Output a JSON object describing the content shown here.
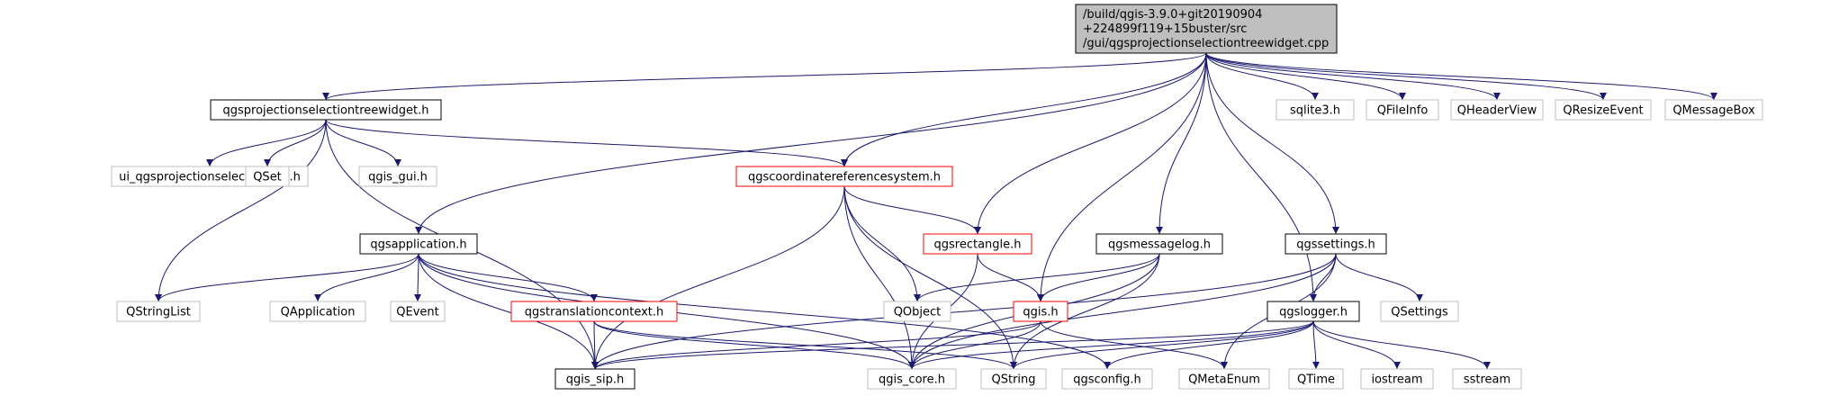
{
  "colors": {
    "edge": "#191970",
    "root_fill": "#bfbfbf",
    "border_black": "#000000",
    "border_red": "#ff0000",
    "border_gray": "#bfbfbf",
    "text": "#000000"
  },
  "root": {
    "lines": [
      "/build/qgis-3.9.0+git20190904",
      "+224899f119+15buster/src",
      "/gui/qgsprojectionselectiontreewidget.cpp"
    ]
  },
  "nodes": [
    {
      "id": "treewidget_h",
      "label": "qgsprojectionselectiontreewidget.h",
      "style": "black"
    },
    {
      "id": "crs_h",
      "label": "qgscoordinatereferencesystem.h",
      "style": "red"
    },
    {
      "id": "sqlite3_h",
      "label": "sqlite3.h",
      "style": "gray"
    },
    {
      "id": "qfileinfo",
      "label": "QFileInfo",
      "style": "gray"
    },
    {
      "id": "qheaderview",
      "label": "QHeaderView",
      "style": "gray"
    },
    {
      "id": "qresizeevent",
      "label": "QResizeEvent",
      "style": "gray"
    },
    {
      "id": "qmessagebox",
      "label": "QMessageBox",
      "style": "gray"
    },
    {
      "id": "ui_base_h",
      "label": "ui_qgsprojectionselectorbase.h",
      "style": "gray"
    },
    {
      "id": "qset",
      "label": "QSet",
      "style": "gray"
    },
    {
      "id": "qgis_gui_h",
      "label": "qgis_gui.h",
      "style": "gray"
    },
    {
      "id": "qgsapplication_h",
      "label": "qgsapplication.h",
      "style": "black"
    },
    {
      "id": "qgsrectangle_h",
      "label": "qgsrectangle.h",
      "style": "red"
    },
    {
      "id": "qgsmessagelog_h",
      "label": "qgsmessagelog.h",
      "style": "black"
    },
    {
      "id": "qgssettings_h",
      "label": "qgssettings.h",
      "style": "black"
    },
    {
      "id": "qstringlist",
      "label": "QStringList",
      "style": "gray"
    },
    {
      "id": "qapplication",
      "label": "QApplication",
      "style": "gray"
    },
    {
      "id": "qevent",
      "label": "QEvent",
      "style": "gray"
    },
    {
      "id": "qgstranslationcontext_h",
      "label": "qgstranslationcontext.h",
      "style": "red"
    },
    {
      "id": "qobject",
      "label": "QObject",
      "style": "gray"
    },
    {
      "id": "qgis_h",
      "label": "qgis.h",
      "style": "red"
    },
    {
      "id": "qgslogger_h",
      "label": "qgslogger.h",
      "style": "black"
    },
    {
      "id": "qsettings",
      "label": "QSettings",
      "style": "gray"
    },
    {
      "id": "qgis_sip_h",
      "label": "qgis_sip.h",
      "style": "black"
    },
    {
      "id": "qgis_core_h",
      "label": "qgis_core.h",
      "style": "gray"
    },
    {
      "id": "qstring",
      "label": "QString",
      "style": "gray"
    },
    {
      "id": "qgsconfig_h",
      "label": "qgsconfig.h",
      "style": "gray"
    },
    {
      "id": "qmetaenum",
      "label": "QMetaEnum",
      "style": "gray"
    },
    {
      "id": "qtime",
      "label": "QTime",
      "style": "gray"
    },
    {
      "id": "iostream",
      "label": "iostream",
      "style": "gray"
    },
    {
      "id": "sstream",
      "label": "sstream",
      "style": "gray"
    }
  ],
  "edges": [
    [
      "root",
      "treewidget_h"
    ],
    [
      "root",
      "crs_h"
    ],
    [
      "root",
      "qgsapplication_h"
    ],
    [
      "root",
      "qgsrectangle_h"
    ],
    [
      "root",
      "qgis_h"
    ],
    [
      "root",
      "qgsmessagelog_h"
    ],
    [
      "root",
      "qgslogger_h"
    ],
    [
      "root",
      "qgssettings_h"
    ],
    [
      "root",
      "sqlite3_h"
    ],
    [
      "root",
      "qfileinfo"
    ],
    [
      "root",
      "qheaderview"
    ],
    [
      "root",
      "qresizeevent"
    ],
    [
      "root",
      "qmessagebox"
    ],
    [
      "treewidget_h",
      "ui_base_h"
    ],
    [
      "treewidget_h",
      "qset"
    ],
    [
      "treewidget_h",
      "qgis_gui_h"
    ],
    [
      "treewidget_h",
      "crs_h"
    ],
    [
      "treewidget_h",
      "qstringlist"
    ],
    [
      "treewidget_h",
      "qgis_sip_h"
    ],
    [
      "crs_h",
      "qgsrectangle_h"
    ],
    [
      "crs_h",
      "qobject"
    ],
    [
      "crs_h",
      "qgis_sip_h"
    ],
    [
      "crs_h",
      "qgis_core_h"
    ],
    [
      "crs_h",
      "qstring"
    ],
    [
      "qgsapplication_h",
      "qstringlist"
    ],
    [
      "qgsapplication_h",
      "qapplication"
    ],
    [
      "qgsapplication_h",
      "qevent"
    ],
    [
      "qgsapplication_h",
      "qgstranslationcontext_h"
    ],
    [
      "qgsapplication_h",
      "qgis_sip_h"
    ],
    [
      "qgsapplication_h",
      "qgis_core_h"
    ],
    [
      "qgsapplication_h",
      "qgsconfig_h"
    ],
    [
      "qgsrectangle_h",
      "qgis_h"
    ],
    [
      "qgsrectangle_h",
      "qgis_core_h"
    ],
    [
      "qgsmessagelog_h",
      "qobject"
    ],
    [
      "qgsmessagelog_h",
      "qgis_h"
    ],
    [
      "qgsmessagelog_h",
      "qgis_core_h"
    ],
    [
      "qgsmessagelog_h",
      "qstring"
    ],
    [
      "qgssettings_h",
      "qgslogger_h"
    ],
    [
      "qgssettings_h",
      "qsettings"
    ],
    [
      "qgssettings_h",
      "qmetaenum"
    ],
    [
      "qgssettings_h",
      "qgis_sip_h"
    ],
    [
      "qgssettings_h",
      "qgis_core_h"
    ],
    [
      "qgstranslationcontext_h",
      "qgis_sip_h"
    ],
    [
      "qgstranslationcontext_h",
      "qgis_core_h"
    ],
    [
      "qgstranslationcontext_h",
      "qstring"
    ],
    [
      "qgis_h",
      "qgis_sip_h"
    ],
    [
      "qgis_h",
      "qgis_core_h"
    ],
    [
      "qgis_h",
      "qmetaenum"
    ],
    [
      "qgslogger_h",
      "qgis_sip_h"
    ],
    [
      "qgslogger_h",
      "qgis_core_h"
    ],
    [
      "qgslogger_h",
      "qstring"
    ],
    [
      "qgslogger_h",
      "qgsconfig_h"
    ],
    [
      "qgslogger_h",
      "qtime"
    ],
    [
      "qgslogger_h",
      "iostream"
    ],
    [
      "qgslogger_h",
      "sstream"
    ]
  ]
}
